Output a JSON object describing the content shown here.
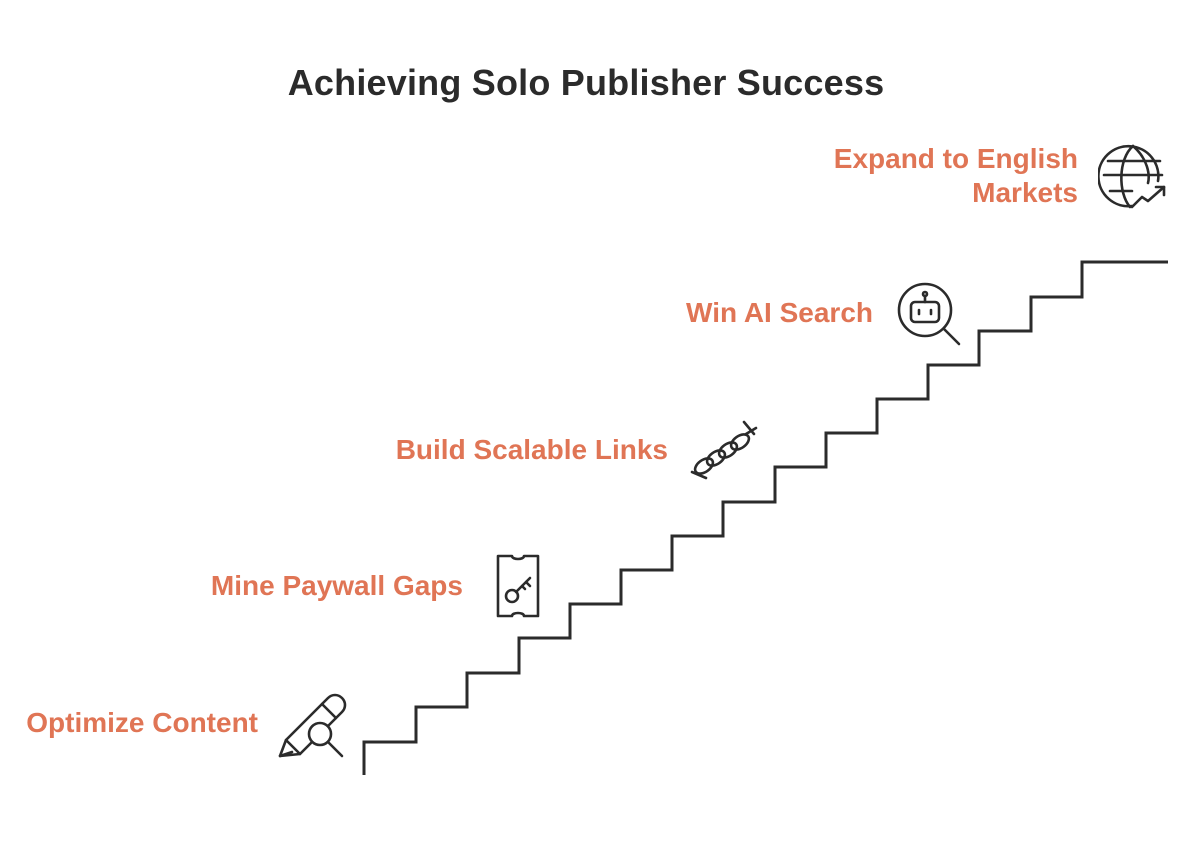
{
  "title": "Achieving Solo Publisher Success",
  "accent_color": "#e07555",
  "ink_color": "#2b2b2b",
  "steps": [
    {
      "label": "Optimize Content",
      "icon": "pencil-magnifier-icon"
    },
    {
      "label": "Mine Paywall Gaps",
      "icon": "key-ticket-icon"
    },
    {
      "label": "Build Scalable Links",
      "icon": "chain-links-icon"
    },
    {
      "label": "Win AI Search",
      "icon": "robot-search-icon"
    },
    {
      "label": "Expand to English Markets",
      "label_line1": "Expand to English",
      "label_line2": "Markets",
      "icon": "globe-growth-icon"
    }
  ]
}
